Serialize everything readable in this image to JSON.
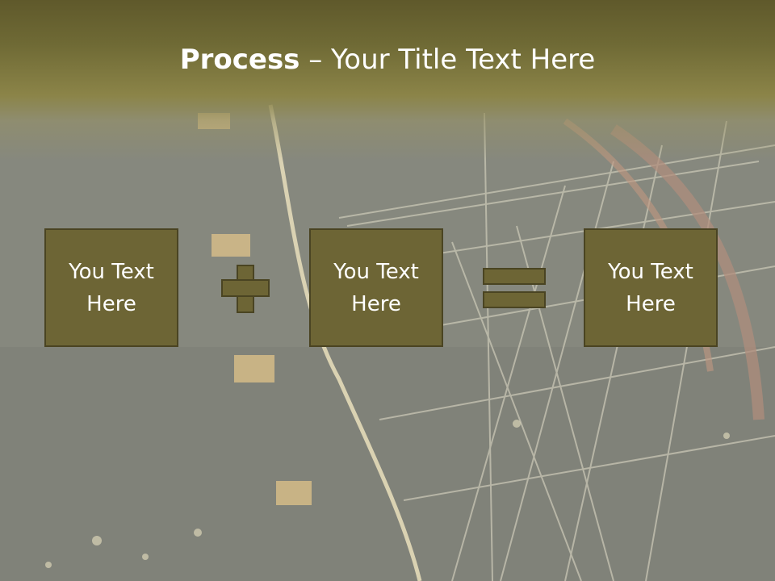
{
  "slide": {
    "title_bold": "Process",
    "title_rest": " – Your Title Text Here"
  },
  "process": {
    "box1": {
      "line1": "You Text",
      "line2": "Here"
    },
    "operator1": "plus-icon",
    "box2": {
      "line1": "You Text",
      "line2": "Here"
    },
    "operator2": "equals-icon",
    "box3": {
      "line1": "You Text",
      "line2": "Here"
    }
  },
  "colors": {
    "header_dark": "#5f592b",
    "header_light": "#8b8448",
    "box_fill": "#6d6535",
    "box_border": "#4a4422",
    "text": "#ffffff"
  }
}
